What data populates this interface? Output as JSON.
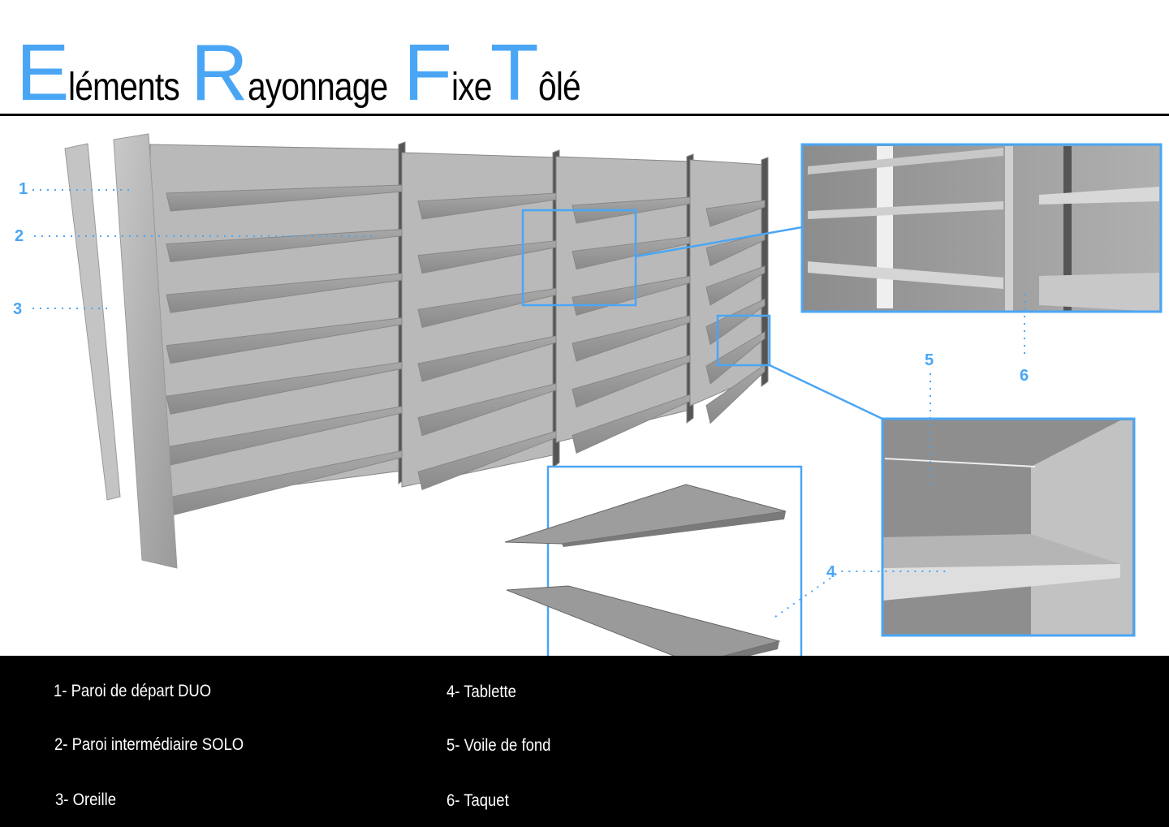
{
  "title": {
    "words": [
      {
        "cap": "E",
        "rest": "léments"
      },
      {
        "cap": "R",
        "rest": "ayonnage"
      },
      {
        "cap": "F",
        "rest": "ixe"
      },
      {
        "cap": "T",
        "rest": "ôlé"
      }
    ]
  },
  "accent_color": "#4aa6f5",
  "callout_numbers": [
    "1",
    "2",
    "3",
    "4",
    "5",
    "6"
  ],
  "legend": {
    "items": [
      "1- Paroi  de départ DUO",
      "2- Paroi intermédiaire SOLO",
      "3- Oreille",
      "4- Tablette",
      "5- Voile de fond",
      "6- Taquet"
    ]
  }
}
